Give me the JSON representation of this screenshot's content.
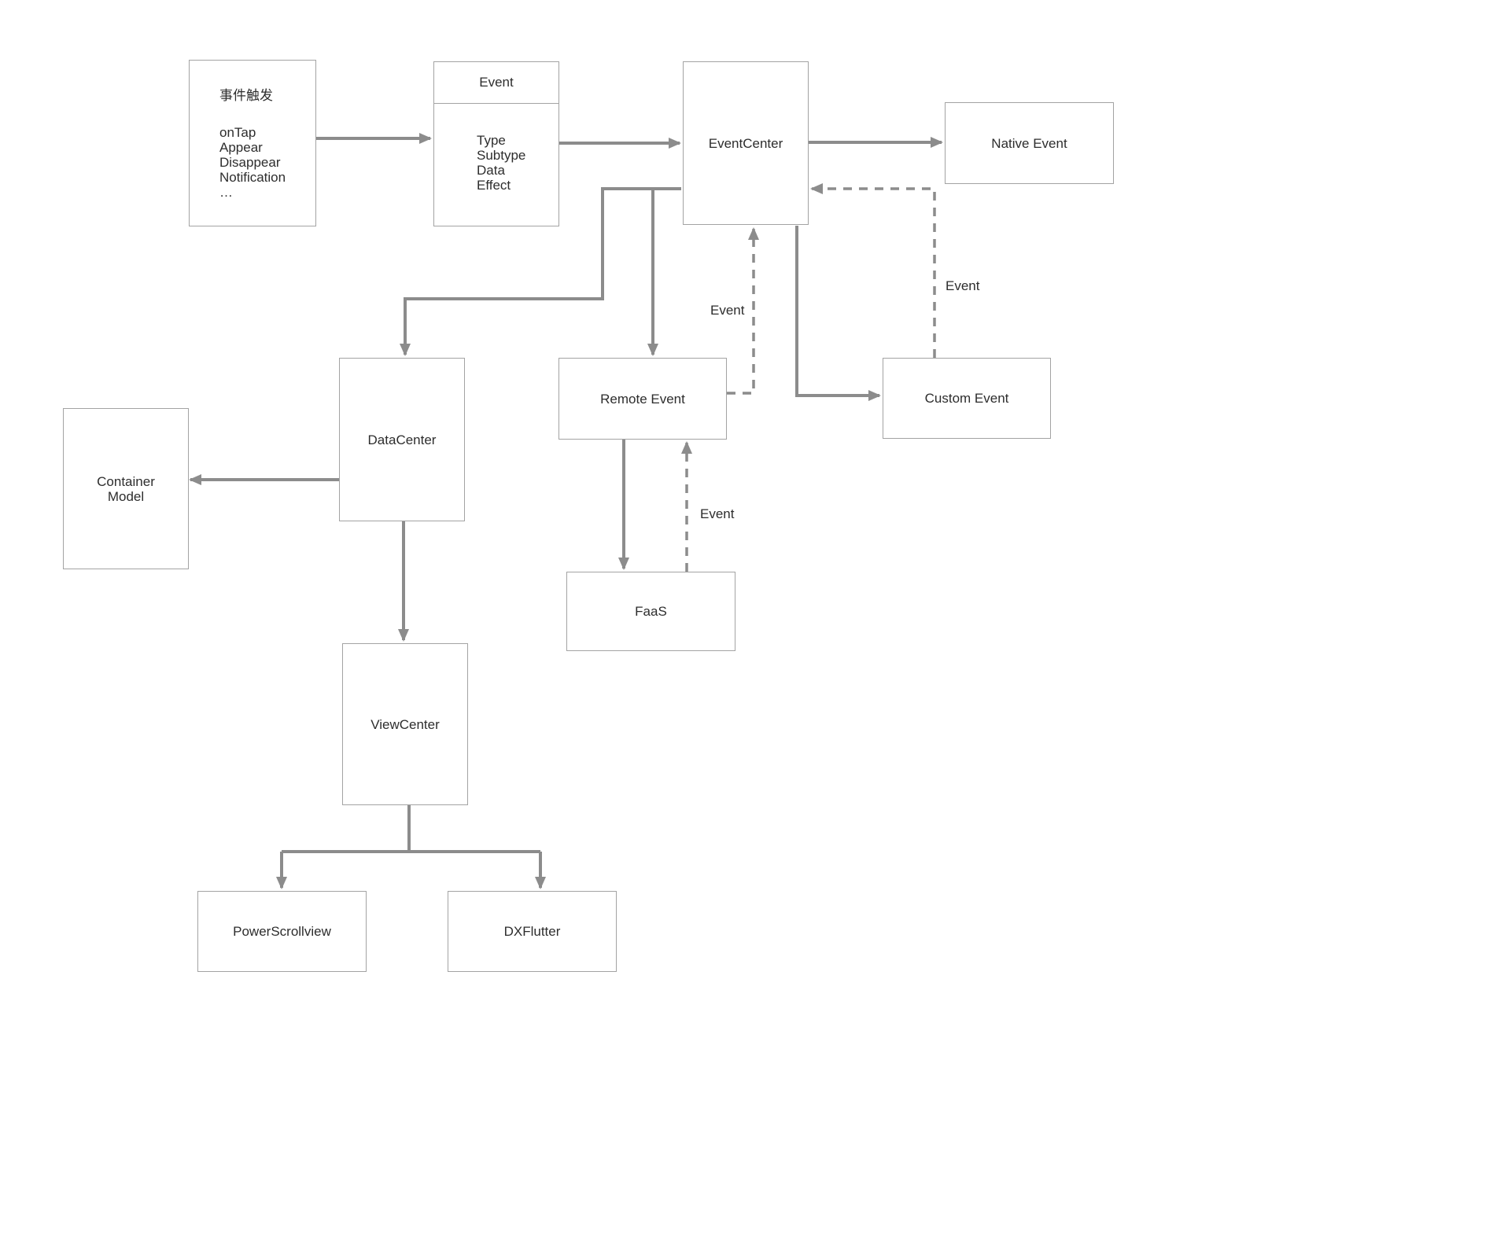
{
  "diagram": {
    "nodes": {
      "trigger": {
        "title": "事件触发",
        "items": [
          "onTap",
          "Appear",
          "Disappear",
          "Notification",
          "…"
        ]
      },
      "event": {
        "title": "Event",
        "fields": [
          "Type",
          "Subtype",
          "Data",
          "Effect"
        ]
      },
      "event_center": {
        "label": "EventCenter"
      },
      "native_event": {
        "label": "Native Event"
      },
      "remote_event": {
        "label": "Remote Event"
      },
      "custom_event": {
        "label": "Custom Event"
      },
      "data_center": {
        "label": "DataCenter"
      },
      "container_model": {
        "label": "Container Model"
      },
      "faas": {
        "label": "FaaS"
      },
      "view_center": {
        "label": "ViewCenter"
      },
      "power_scrollview": {
        "label": "PowerScrollview"
      },
      "dx_flutter": {
        "label": "DXFlutter"
      }
    },
    "edge_labels": {
      "remote_to_eventcenter": "Event",
      "custom_to_eventcenter": "Event",
      "faas_to_remote": "Event"
    },
    "colors": {
      "background": "#ffffff",
      "box_border": "#a3a3a3",
      "arrow": "#8c8c8c",
      "text": "#2d2d2d"
    }
  }
}
